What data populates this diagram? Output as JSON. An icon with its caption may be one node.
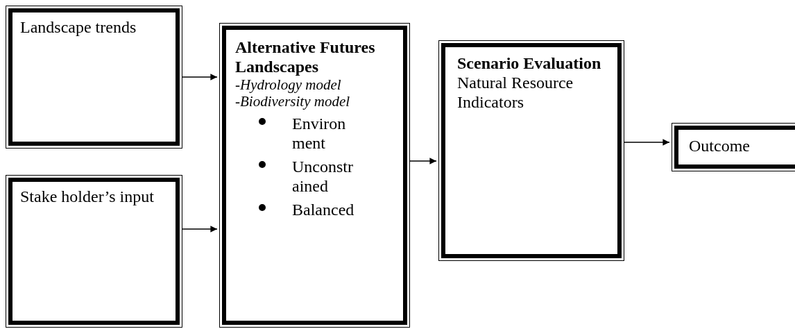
{
  "diagram": {
    "nodes": [
      {
        "text": [
          "Landscape trends"
        ]
      },
      {
        "text": [
          "Stake holder’s input"
        ]
      },
      {
        "text": [
          "Alternative Futures Landscapes",
          "-Hydrology model",
          "-Biodiversity model",
          "Environment",
          "Unconstrained",
          "Balanced"
        ]
      },
      {
        "text": [
          "Scenario Evaluation",
          "Natural Resource Indicators"
        ]
      },
      {
        "text": [
          "Outcome"
        ]
      }
    ],
    "edges": [
      {
        "from": 0,
        "to": 2,
        "arrow": "to"
      },
      {
        "from": 1,
        "to": 2,
        "arrow": "to"
      },
      {
        "from": 2,
        "to": 3,
        "arrow": "to"
      },
      {
        "from": 3,
        "to": 4,
        "arrow": "to"
      }
    ]
  }
}
